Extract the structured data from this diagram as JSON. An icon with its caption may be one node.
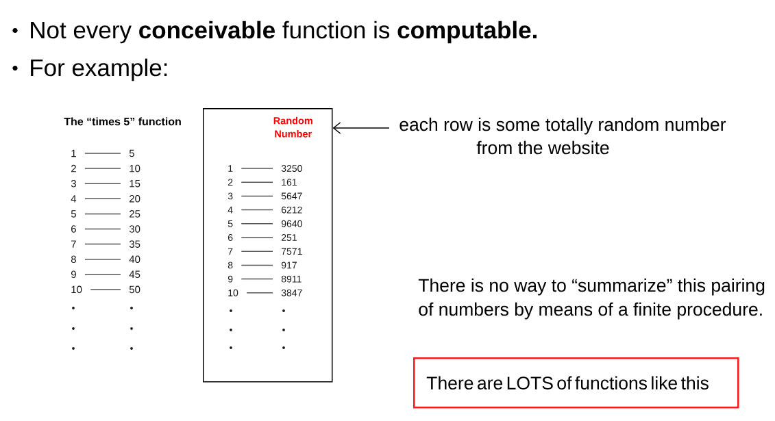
{
  "diagram": {
    "nodes": [
      {
        "text": [
          "1"
        ]
      },
      {
        "text": [
          "5"
        ]
      },
      {
        "text": [
          "2"
        ]
      },
      {
        "text": [
          "10"
        ]
      },
      {
        "text": [
          "3"
        ]
      },
      {
        "text": [
          "15"
        ]
      },
      {
        "text": [
          "4"
        ]
      },
      {
        "text": [
          "20"
        ]
      },
      {
        "text": [
          "5"
        ]
      },
      {
        "text": [
          "25"
        ]
      },
      {
        "text": [
          "6"
        ]
      },
      {
        "text": [
          "30"
        ]
      },
      {
        "text": [
          "7"
        ]
      },
      {
        "text": [
          "35"
        ]
      },
      {
        "text": [
          "8"
        ]
      },
      {
        "text": [
          "40"
        ]
      },
      {
        "text": [
          "9"
        ]
      },
      {
        "text": [
          "45"
        ]
      },
      {
        "text": [
          "10"
        ]
      },
      {
        "text": [
          "50"
        ]
      },
      {
        "text": [
          "Random Number"
        ]
      },
      {
        "text": [
          "1"
        ],
        "in": 20
      },
      {
        "text": [
          "3250"
        ],
        "in": 20
      },
      {
        "text": [
          "2"
        ],
        "in": 20
      },
      {
        "text": [
          "161"
        ],
        "in": 20
      },
      {
        "text": [
          "3"
        ],
        "in": 20
      },
      {
        "text": [
          "5647"
        ],
        "in": 20
      },
      {
        "text": [
          "4"
        ],
        "in": 20
      },
      {
        "text": [
          "6212"
        ],
        "in": 20
      },
      {
        "text": [
          "5"
        ],
        "in": 20
      },
      {
        "text": [
          "9640"
        ],
        "in": 20
      },
      {
        "text": [
          "6"
        ],
        "in": 20
      },
      {
        "text": [
          "251"
        ],
        "in": 20
      },
      {
        "text": [
          "7"
        ],
        "in": 20
      },
      {
        "text": [
          "7571"
        ],
        "in": 20
      },
      {
        "text": [
          "8"
        ],
        "in": 20
      },
      {
        "text": [
          "917"
        ],
        "in": 20
      },
      {
        "text": [
          "9"
        ],
        "in": 20
      },
      {
        "text": [
          "8911"
        ],
        "in": 20
      },
      {
        "text": [
          "10"
        ],
        "in": 20
      },
      {
        "text": [
          "3847"
        ],
        "in": 20
      },
      {
        "text": [
          "each row is some totally random number from the website"
        ]
      },
      {
        "text": [
          "There are LOTS of functions like this"
        ]
      }
    ],
    "edges": [
      {
        "from": 0,
        "to": 1,
        "arrow": "none"
      },
      {
        "from": 2,
        "to": 3,
        "arrow": "none"
      },
      {
        "from": 4,
        "to": 5,
        "arrow": "none"
      },
      {
        "from": 6,
        "to": 7,
        "arrow": "none"
      },
      {
        "from": 8,
        "to": 9,
        "arrow": "none"
      },
      {
        "from": 10,
        "to": 11,
        "arrow": "none"
      },
      {
        "from": 12,
        "to": 13,
        "arrow": "none"
      },
      {
        "from": 14,
        "to": 15,
        "arrow": "none"
      },
      {
        "from": 16,
        "to": 17,
        "arrow": "none"
      },
      {
        "from": 18,
        "to": 19,
        "arrow": "none"
      },
      {
        "from": 21,
        "to": 22,
        "arrow": "none"
      },
      {
        "from": 23,
        "to": 24,
        "arrow": "none"
      },
      {
        "from": 25,
        "to": 26,
        "arrow": "none"
      },
      {
        "from": 27,
        "to": 28,
        "arrow": "none"
      },
      {
        "from": 29,
        "to": 30,
        "arrow": "none"
      },
      {
        "from": 31,
        "to": 32,
        "arrow": "none"
      },
      {
        "from": 33,
        "to": 34,
        "arrow": "none"
      },
      {
        "from": 35,
        "to": 36,
        "arrow": "none"
      },
      {
        "from": 37,
        "to": 38,
        "arrow": "none"
      },
      {
        "from": 39,
        "to": 40,
        "arrow": "none"
      },
      {
        "from": 41,
        "to": 20,
        "arrow": "to",
        "color": "#000000"
      }
    ],
    "labels": [
      "Not every **conceivable** function is **computable.**",
      "For example:",
      "The “times 5” function",
      "There is no way to “summarize” this pairing of numbers by means of a finite procedure."
    ]
  }
}
